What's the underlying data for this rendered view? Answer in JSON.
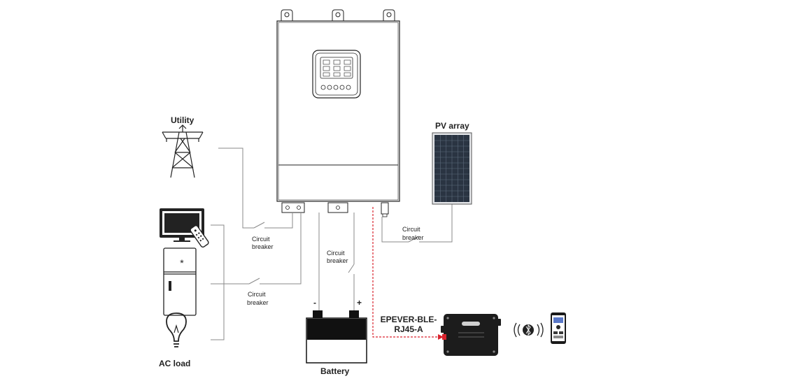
{
  "labels": {
    "utility": "Utility",
    "pv_array": "PV array",
    "ac_load": "AC load",
    "battery": "Battery",
    "breaker_word1": "Circuit",
    "breaker_word2": "breaker",
    "module_line1": "EPEVER-BLE-",
    "module_line2": "RJ45-A",
    "battery_minus": "-",
    "battery_plus": "+"
  },
  "colors": {
    "line": "#8a8a8a",
    "dark": "#222222",
    "data_link": "#d9232d",
    "device_fill": "#ffffff",
    "module_fill": "#1c1c1c"
  },
  "icons": {
    "utility": "transmission-tower-icon",
    "tv": "tv-icon",
    "remote": "remote-control-icon",
    "fridge": "refrigerator-icon",
    "bulb": "light-bulb-icon",
    "panel": "solar-panel-icon",
    "battery": "battery-icon",
    "bluetooth": "bluetooth-signal-icon",
    "phone": "smartphone-icon"
  }
}
